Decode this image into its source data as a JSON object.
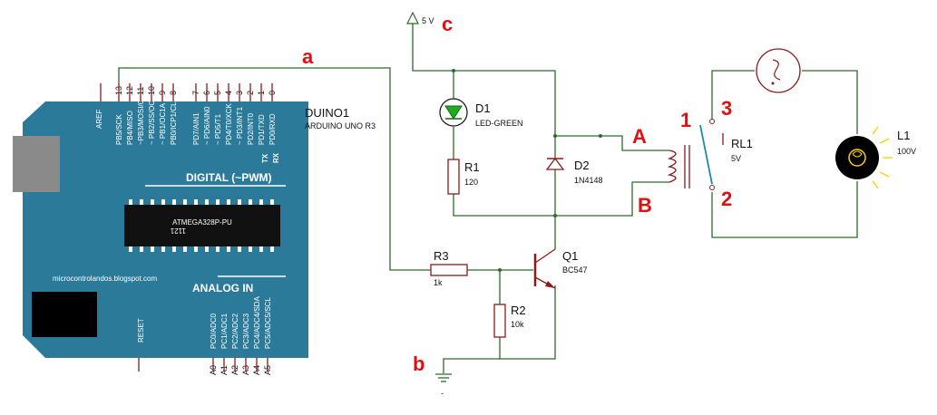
{
  "arduino": {
    "ref": "DUINO1",
    "model": "ARDUINO UNO R3",
    "digital_title": "DIGITAL (~PWM)",
    "analog_title": "ANALOG IN",
    "chip_label": "ATMEGA328P-PU",
    "chip_code": "1121",
    "website": "microcontrolandos.blogspot.com",
    "aref": "AREF",
    "reset": "RESET",
    "tx": "TX",
    "rx": "RX",
    "digital_pin_names": [
      "PB5/SCK",
      "PB4/MISO",
      "~PB3/MOSI/OC2A",
      "~ PB2/SS/OC1B",
      "~ PB1/OC1A",
      "PB0/ICP1/CLKO",
      "PD7/AIN1",
      "~ PD6/AIN0",
      "~ PD5/T1",
      "PD4/T0/XCK",
      "~ PD3/INT1",
      "PD2/INT0",
      "PD1/TXD",
      "PD0/RXD"
    ],
    "digital_pin_numbers": [
      "13",
      "12",
      "11",
      "10",
      "9",
      "8",
      "7",
      "6",
      "5",
      "4",
      "3",
      "2",
      "1",
      "0"
    ],
    "analog_pin_names": [
      "PC0/ADC0",
      "PC1/ADC1",
      "PC2/ADC2",
      "PC3/ADC3",
      "PC4/ADC4/SDA",
      "PC5/ADC5/SCL"
    ],
    "analog_pin_numbers": [
      "A0",
      "A1",
      "A2",
      "A3",
      "A4",
      "A5"
    ]
  },
  "components": {
    "d1": {
      "ref": "D1",
      "value": "LED-GREEN"
    },
    "r1": {
      "ref": "R1",
      "value": "120"
    },
    "d2": {
      "ref": "D2",
      "value": "1N4148"
    },
    "r3": {
      "ref": "R3",
      "value": "1k"
    },
    "r2": {
      "ref": "R2",
      "value": "10k"
    },
    "q1": {
      "ref": "Q1",
      "value": "BC547"
    },
    "rl1": {
      "ref": "RL1",
      "value": "5V"
    },
    "l1": {
      "ref": "L1",
      "value": "100V"
    },
    "supply": "5 V"
  },
  "annotations": {
    "a": "a",
    "b": "b",
    "c": "c",
    "A": "A",
    "B": "B",
    "n1": "1",
    "n2": "2",
    "n3": "3"
  },
  "colors": {
    "board": "#2c7a9a",
    "wire": "#2e6b2e",
    "component": "#8b1a1a",
    "annotation": "#e01010",
    "led": "#22aa22"
  }
}
